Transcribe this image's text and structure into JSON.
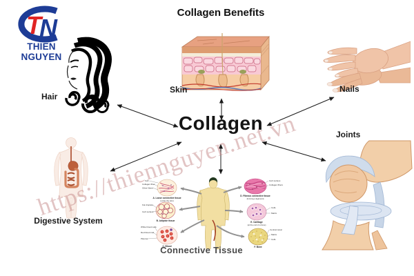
{
  "logo": {
    "letter_t": "T",
    "letter_n": "N",
    "company": "THIEN NGUYEN"
  },
  "title": "Collagen Benefits",
  "center_label": "Collagen",
  "watermark": "https://thiennguyen.net.vn",
  "benefits": {
    "hair": "Hair",
    "skin": "Skin",
    "nails": "Nails",
    "joints": "Joints",
    "digestive": "Digestive System",
    "connective": "Connective Tissue"
  },
  "connections": [
    "hair",
    "skin",
    "nails",
    "joints",
    "digestive",
    "connective"
  ],
  "connective_diagram": {
    "caption": "Connective Tissue",
    "insets": {
      "loose": {
        "caption": "A. Loose connective tissue",
        "sub": "(under the skin)"
      },
      "fibrous": {
        "caption": "D. Fibrous connective tissue",
        "sub": "(forming a ligament)"
      },
      "adipose": {
        "caption": "B. Adipose tissue"
      },
      "cartilage": {
        "caption": "E. Cartilage",
        "sub": "(at the end of a bone)"
      },
      "blood": {
        "caption": "C. Blood"
      },
      "bone": {
        "caption": "F. Bone"
      }
    },
    "labels": {
      "loose": [
        "Cell",
        "Collagen fiber",
        "Other fibers"
      ],
      "fibrous": [
        "Cell nucleus",
        "Collagen fibers"
      ],
      "adipose": [
        "Fat droplets",
        "Cell nucleus"
      ],
      "cartilage": [
        "Cells",
        "Matrix"
      ],
      "blood": [
        "White blood cells",
        "Red blood cell",
        "Plasma"
      ],
      "bone": [
        "Central canal",
        "Matrix",
        "Cells"
      ]
    }
  },
  "colors": {
    "logo_blue": "#1d3c96",
    "logo_red": "#e02423",
    "watermark_pink": "#c68a8a",
    "arrow": "#1a1a1a"
  }
}
